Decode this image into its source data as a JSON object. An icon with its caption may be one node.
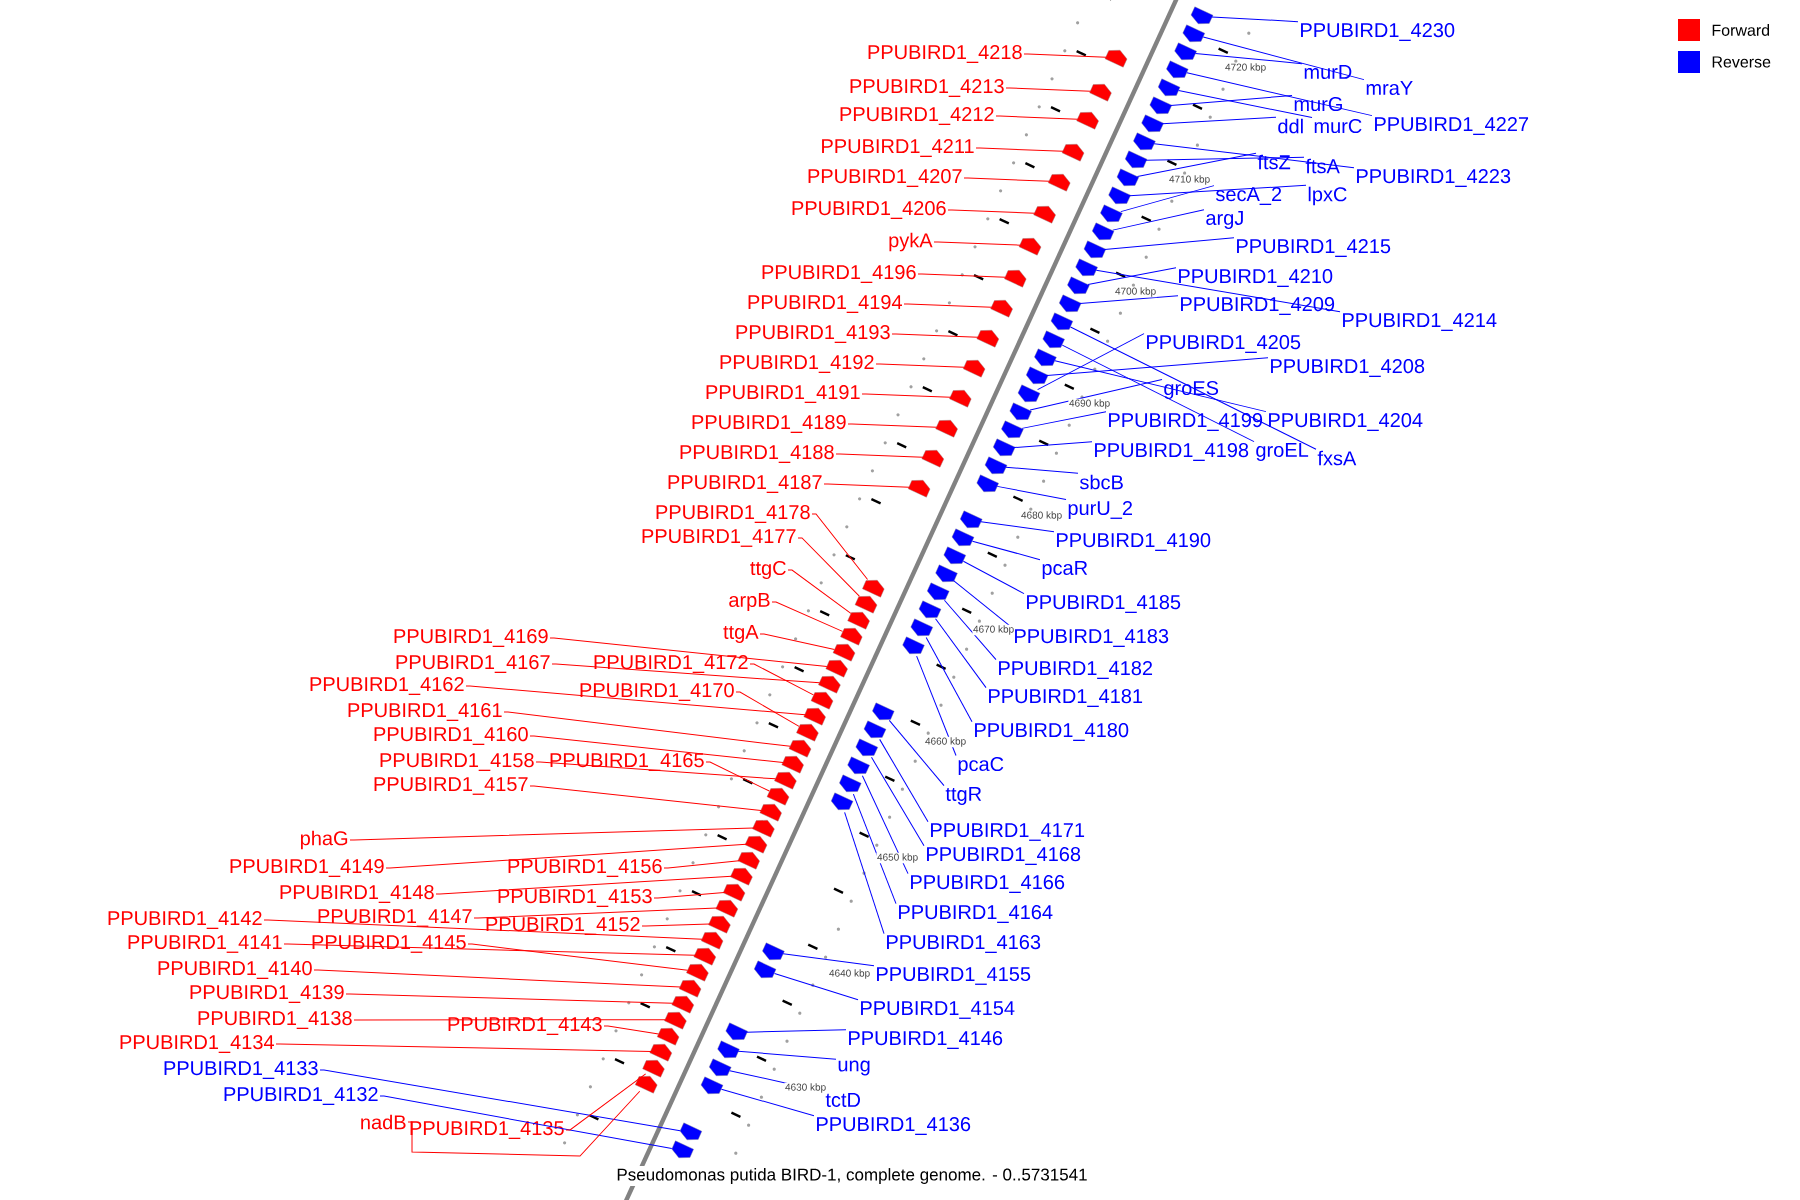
{
  "diagram": {
    "caption": "Pseudomonas putida BIRD-1, complete genome. - 0..5731541",
    "nodes": [
      {
        "text": [
          "PPUBIRD1_4218"
        ]
      },
      {
        "text": [
          "PPUBIRD1_4213"
        ]
      },
      {
        "text": [
          "PPUBIRD1_4212"
        ]
      },
      {
        "text": [
          "PPUBIRD1_4211"
        ]
      },
      {
        "text": [
          "PPUBIRD1_4207"
        ]
      },
      {
        "text": [
          "PPUBIRD1_4206"
        ]
      },
      {
        "text": [
          "pykA"
        ]
      },
      {
        "text": [
          "PPUBIRD1_4196"
        ]
      },
      {
        "text": [
          "PPUBIRD1_4194"
        ]
      },
      {
        "text": [
          "PPUBIRD1_4193"
        ]
      },
      {
        "text": [
          "PPUBIRD1_4192"
        ]
      },
      {
        "text": [
          "PPUBIRD1_4191"
        ]
      },
      {
        "text": [
          "PPUBIRD1_4189"
        ]
      },
      {
        "text": [
          "PPUBIRD1_4188"
        ]
      },
      {
        "text": [
          "PPUBIRD1_4187"
        ]
      },
      {
        "text": [
          "PPUBIRD1_4178"
        ]
      },
      {
        "text": [
          "PPUBIRD1_4177"
        ]
      },
      {
        "text": [
          "ttgC"
        ]
      },
      {
        "text": [
          "arpB"
        ]
      },
      {
        "text": [
          "ttgA"
        ]
      },
      {
        "text": [
          "PPUBIRD1_4169"
        ]
      },
      {
        "text": [
          "PPUBIRD1_4167"
        ]
      },
      {
        "text": [
          "PPUBIRD1_4172"
        ]
      },
      {
        "text": [
          "PPUBIRD1_4162"
        ]
      },
      {
        "text": [
          "PPUBIRD1_4170"
        ]
      },
      {
        "text": [
          "PPUBIRD1_4161"
        ]
      },
      {
        "text": [
          "PPUBIRD1_4160"
        ]
      },
      {
        "text": [
          "PPUBIRD1_4158"
        ]
      },
      {
        "text": [
          "PPUBIRD1_4165"
        ]
      },
      {
        "text": [
          "PPUBIRD1_4157"
        ]
      },
      {
        "text": [
          "phaG"
        ]
      },
      {
        "text": [
          "PPUBIRD1_4149"
        ]
      },
      {
        "text": [
          "PPUBIRD1_4156"
        ]
      },
      {
        "text": [
          "PPUBIRD1_4148"
        ]
      },
      {
        "text": [
          "PPUBIRD1_4153"
        ]
      },
      {
        "text": [
          "PPUBIRD1_4147"
        ]
      },
      {
        "text": [
          "PPUBIRD1_4152"
        ]
      },
      {
        "text": [
          "PPUBIRD1_4142"
        ]
      },
      {
        "text": [
          "PPUBIRD1_4141"
        ]
      },
      {
        "text": [
          "PPUBIRD1_4145"
        ]
      },
      {
        "text": [
          "PPUBIRD1_4140"
        ]
      },
      {
        "text": [
          "PPUBIRD1_4139"
        ]
      },
      {
        "text": [
          "PPUBIRD1_4138"
        ]
      },
      {
        "text": [
          "PPUBIRD1_4143"
        ]
      },
      {
        "text": [
          "PPUBIRD1_4134"
        ]
      },
      {
        "text": [
          "PPUBIRD1_4133"
        ]
      },
      {
        "text": [
          "PPUBIRD1_4132"
        ]
      },
      {
        "text": [
          "nadB"
        ]
      },
      {
        "text": [
          "PPUBIRD1_4135"
        ]
      },
      {
        "text": [
          "PPUBIRD1_4230"
        ]
      },
      {
        "text": [
          "murD"
        ]
      },
      {
        "text": [
          "mraY"
        ]
      },
      {
        "text": [
          "murG"
        ]
      },
      {
        "text": [
          "ddl"
        ]
      },
      {
        "text": [
          "murC"
        ]
      },
      {
        "text": [
          "PPUBIRD1_4227"
        ]
      },
      {
        "text": [
          "ftsZ"
        ]
      },
      {
        "text": [
          "ftsA"
        ]
      },
      {
        "text": [
          "PPUBIRD1_4223"
        ]
      },
      {
        "text": [
          "secA_2"
        ]
      },
      {
        "text": [
          "lpxC"
        ]
      },
      {
        "text": [
          "argJ"
        ]
      },
      {
        "text": [
          "PPUBIRD1_4215"
        ]
      },
      {
        "text": [
          "PPUBIRD1_4210"
        ]
      },
      {
        "text": [
          "PPUBIRD1_4209"
        ]
      },
      {
        "text": [
          "PPUBIRD1_4214"
        ]
      },
      {
        "text": [
          "PPUBIRD1_4205"
        ]
      },
      {
        "text": [
          "PPUBIRD1_4208"
        ]
      },
      {
        "text": [
          "groES"
        ]
      },
      {
        "text": [
          "PPUBIRD1_4199"
        ]
      },
      {
        "text": [
          "PPUBIRD1_4204"
        ]
      },
      {
        "text": [
          "PPUBIRD1_4198"
        ]
      },
      {
        "text": [
          "groEL"
        ]
      },
      {
        "text": [
          "fxsA"
        ]
      },
      {
        "text": [
          "sbcB"
        ]
      },
      {
        "text": [
          "purU_2"
        ]
      },
      {
        "text": [
          "PPUBIRD1_4190"
        ]
      },
      {
        "text": [
          "pcaR"
        ]
      },
      {
        "text": [
          "PPUBIRD1_4185"
        ]
      },
      {
        "text": [
          "PPUBIRD1_4183"
        ]
      },
      {
        "text": [
          "PPUBIRD1_4182"
        ]
      },
      {
        "text": [
          "PPUBIRD1_4181"
        ]
      },
      {
        "text": [
          "PPUBIRD1_4180"
        ]
      },
      {
        "text": [
          "pcaC"
        ]
      },
      {
        "text": [
          "ttgR"
        ]
      },
      {
        "text": [
          "PPUBIRD1_4171"
        ]
      },
      {
        "text": [
          "PPUBIRD1_4168"
        ]
      },
      {
        "text": [
          "PPUBIRD1_4166"
        ]
      },
      {
        "text": [
          "PPUBIRD1_4164"
        ]
      },
      {
        "text": [
          "PPUBIRD1_4163"
        ]
      },
      {
        "text": [
          "PPUBIRD1_4155"
        ]
      },
      {
        "text": [
          "PPUBIRD1_4154"
        ]
      },
      {
        "text": [
          "PPUBIRD1_4146"
        ]
      },
      {
        "text": [
          "ung"
        ]
      },
      {
        "text": [
          "tctD"
        ]
      },
      {
        "text": [
          "PPUBIRD1_4136"
        ]
      },
      {
        "text": [],
        "shape": "pentagon"
      },
      {
        "text": [],
        "shape": "pentagon"
      },
      {
        "text": [],
        "shape": "pentagon"
      },
      {
        "text": [],
        "shape": "pentagon"
      },
      {
        "text": [],
        "shape": "pentagon"
      },
      {
        "text": [],
        "shape": "pentagon"
      },
      {
        "text": [],
        "shape": "pentagon"
      },
      {
        "text": [],
        "shape": "pentagon"
      },
      {
        "text": [],
        "shape": "pentagon"
      },
      {
        "text": [],
        "shape": "pentagon"
      },
      {
        "text": [],
        "shape": "pentagon"
      },
      {
        "text": [],
        "shape": "pentagon"
      },
      {
        "text": [],
        "shape": "pentagon"
      },
      {
        "text": [],
        "shape": "pentagon"
      },
      {
        "text": [],
        "shape": "pentagon"
      },
      {
        "text": [],
        "shape": "pentagon"
      },
      {
        "text": [],
        "shape": "pentagon"
      },
      {
        "text": [],
        "shape": "pentagon"
      },
      {
        "text": [],
        "shape": "pentagon"
      },
      {
        "text": [],
        "shape": "pentagon"
      },
      {
        "text": [],
        "shape": "pentagon"
      },
      {
        "text": [],
        "shape": "pentagon"
      },
      {
        "text": [],
        "shape": "pentagon"
      },
      {
        "text": [],
        "shape": "pentagon"
      },
      {
        "text": [],
        "shape": "pentagon"
      },
      {
        "text": [],
        "shape": "pentagon"
      },
      {
        "text": [],
        "shape": "pentagon"
      },
      {
        "text": [],
        "shape": "pentagon"
      },
      {
        "text": [],
        "shape": "pentagon"
      },
      {
        "text": [],
        "shape": "pentagon"
      },
      {
        "text": [],
        "shape": "pentagon"
      },
      {
        "text": [],
        "shape": "pentagon"
      },
      {
        "text": [],
        "shape": "pentagon"
      },
      {
        "text": [],
        "shape": "pentagon"
      },
      {
        "text": [],
        "shape": "pentagon"
      },
      {
        "text": [],
        "shape": "pentagon"
      },
      {
        "text": [],
        "shape": "pentagon"
      },
      {
        "text": [],
        "shape": "pentagon"
      },
      {
        "text": [],
        "shape": "pentagon"
      },
      {
        "text": [],
        "shape": "pentagon"
      },
      {
        "text": [],
        "shape": "pentagon"
      },
      {
        "text": [],
        "shape": "pentagon"
      },
      {
        "text": [],
        "shape": "pentagon"
      },
      {
        "text": [],
        "shape": "pentagon"
      },
      {
        "text": [],
        "shape": "pentagon"
      },
      {
        "text": [],
        "shape": "pentagon"
      },
      {
        "text": [],
        "shape": "pentagon"
      },
      {
        "text": [],
        "shape": "pentagon"
      },
      {
        "text": [],
        "shape": "pentagon"
      },
      {
        "text": [],
        "shape": "pentagon"
      },
      {
        "text": [],
        "shape": "pentagon"
      },
      {
        "text": [],
        "shape": "pentagon"
      },
      {
        "text": [],
        "shape": "pentagon"
      },
      {
        "text": [],
        "shape": "pentagon"
      },
      {
        "text": [],
        "shape": "pentagon"
      },
      {
        "text": [],
        "shape": "pentagon"
      },
      {
        "text": [],
        "shape": "pentagon"
      },
      {
        "text": [],
        "shape": "pentagon"
      },
      {
        "text": [],
        "shape": "pentagon"
      },
      {
        "text": [],
        "shape": "pentagon"
      },
      {
        "text": [],
        "shape": "pentagon"
      },
      {
        "text": [],
        "shape": "pentagon"
      },
      {
        "text": [],
        "shape": "pentagon"
      },
      {
        "text": [],
        "shape": "pentagon"
      },
      {
        "text": [],
        "shape": "pentagon"
      },
      {
        "text": [],
        "shape": "pentagon"
      },
      {
        "text": [],
        "shape": "pentagon"
      },
      {
        "text": [],
        "shape": "pentagon"
      },
      {
        "text": [],
        "shape": "pentagon"
      },
      {
        "text": [],
        "shape": "pentagon"
      },
      {
        "text": [],
        "shape": "pentagon"
      },
      {
        "text": [],
        "shape": "pentagon"
      },
      {
        "text": [],
        "shape": "pentagon"
      },
      {
        "text": [],
        "shape": "pentagon"
      },
      {
        "text": [],
        "shape": "pentagon"
      },
      {
        "text": [],
        "shape": "pentagon"
      },
      {
        "text": [],
        "shape": "pentagon"
      },
      {
        "text": [],
        "shape": "pentagon"
      },
      {
        "text": [],
        "shape": "pentagon"
      },
      {
        "text": [],
        "shape": "pentagon"
      },
      {
        "text": [],
        "shape": "pentagon"
      },
      {
        "text": [],
        "shape": "pentagon"
      },
      {
        "text": [],
        "shape": "pentagon"
      },
      {
        "text": [],
        "shape": "pentagon"
      },
      {
        "text": [],
        "shape": "pentagon"
      },
      {
        "text": [],
        "shape": "pentagon"
      },
      {
        "text": [],
        "shape": "pentagon"
      },
      {
        "text": [],
        "shape": "pentagon"
      },
      {
        "text": [],
        "shape": "pentagon"
      },
      {
        "text": [],
        "shape": "pentagon"
      },
      {
        "text": [],
        "shape": "pentagon"
      },
      {
        "text": [],
        "shape": "pentagon"
      },
      {
        "text": [],
        "shape": "pentagon"
      },
      {
        "text": [],
        "shape": "pentagon"
      },
      {
        "text": [],
        "shape": "pentagon"
      },
      {
        "text": [],
        "shape": "pentagon"
      }
    ],
    "edges": [
      {
        "from": 0,
        "to": 96,
        "arrow": "none",
        "color": "#ff0000"
      },
      {
        "from": 1,
        "to": 97,
        "arrow": "none",
        "color": "#ff0000"
      },
      {
        "from": 2,
        "to": 98,
        "arrow": "none",
        "color": "#ff0000"
      },
      {
        "from": 3,
        "to": 99,
        "arrow": "none",
        "color": "#ff0000"
      },
      {
        "from": 4,
        "to": 100,
        "arrow": "none",
        "color": "#ff0000"
      },
      {
        "from": 5,
        "to": 101,
        "arrow": "none",
        "color": "#ff0000"
      },
      {
        "from": 6,
        "to": 102,
        "arrow": "none",
        "color": "#ff0000"
      },
      {
        "from": 7,
        "to": 103,
        "arrow": "none",
        "color": "#ff0000"
      },
      {
        "from": 8,
        "to": 104,
        "arrow": "none",
        "color": "#ff0000"
      },
      {
        "from": 9,
        "to": 105,
        "arrow": "none",
        "color": "#ff0000"
      },
      {
        "from": 10,
        "to": 106,
        "arrow": "none",
        "color": "#ff0000"
      },
      {
        "from": 11,
        "to": 107,
        "arrow": "none",
        "color": "#ff0000"
      },
      {
        "from": 12,
        "to": 108,
        "arrow": "none",
        "color": "#ff0000"
      },
      {
        "from": 13,
        "to": 109,
        "arrow": "none",
        "color": "#ff0000"
      },
      {
        "from": 14,
        "to": 110,
        "arrow": "none",
        "color": "#ff0000"
      },
      {
        "from": 15,
        "to": 111,
        "arrow": "none",
        "color": "#ff0000"
      },
      {
        "from": 16,
        "to": 112,
        "arrow": "none",
        "color": "#ff0000"
      },
      {
        "from": 17,
        "to": 113,
        "arrow": "none",
        "color": "#ff0000"
      },
      {
        "from": 18,
        "to": 114,
        "arrow": "none",
        "color": "#ff0000"
      },
      {
        "from": 19,
        "to": 115,
        "arrow": "none",
        "color": "#ff0000"
      },
      {
        "from": 20,
        "to": 116,
        "arrow": "none",
        "color": "#ff0000"
      },
      {
        "from": 21,
        "to": 117,
        "arrow": "none",
        "color": "#ff0000"
      },
      {
        "from": 22,
        "to": 118,
        "arrow": "none",
        "color": "#ff0000"
      },
      {
        "from": 23,
        "to": 119,
        "arrow": "none",
        "color": "#ff0000"
      },
      {
        "from": 24,
        "to": 120,
        "arrow": "none",
        "color": "#ff0000"
      },
      {
        "from": 25,
        "to": 121,
        "arrow": "none",
        "color": "#ff0000"
      },
      {
        "from": 26,
        "to": 122,
        "arrow": "none",
        "color": "#ff0000"
      },
      {
        "from": 27,
        "to": 123,
        "arrow": "none",
        "color": "#ff0000"
      },
      {
        "from": 28,
        "to": 124,
        "arrow": "none",
        "color": "#ff0000"
      },
      {
        "from": 29,
        "to": 125,
        "arrow": "none",
        "color": "#ff0000"
      },
      {
        "from": 30,
        "to": 126,
        "arrow": "none",
        "color": "#ff0000"
      },
      {
        "from": 31,
        "to": 127,
        "arrow": "none",
        "color": "#ff0000"
      },
      {
        "from": 32,
        "to": 128,
        "arrow": "none",
        "color": "#ff0000"
      },
      {
        "from": 33,
        "to": 129,
        "arrow": "none",
        "color": "#ff0000"
      },
      {
        "from": 34,
        "to": 130,
        "arrow": "none",
        "color": "#ff0000"
      },
      {
        "from": 35,
        "to": 131,
        "arrow": "none",
        "color": "#ff0000"
      },
      {
        "from": 36,
        "to": 132,
        "arrow": "none",
        "color": "#ff0000"
      },
      {
        "from": 37,
        "to": 133,
        "arrow": "none",
        "color": "#ff0000"
      },
      {
        "from": 38,
        "to": 134,
        "arrow": "none",
        "color": "#ff0000"
      },
      {
        "from": 39,
        "to": 135,
        "arrow": "none",
        "color": "#ff0000"
      },
      {
        "from": 40,
        "to": 136,
        "arrow": "none",
        "color": "#ff0000"
      },
      {
        "from": 41,
        "to": 137,
        "arrow": "none",
        "color": "#ff0000"
      },
      {
        "from": 42,
        "to": 138,
        "arrow": "none",
        "color": "#ff0000"
      },
      {
        "from": 43,
        "to": 139,
        "arrow": "none",
        "color": "#ff0000"
      },
      {
        "from": 44,
        "to": 140,
        "arrow": "none",
        "color": "#ff0000"
      },
      {
        "from": 45,
        "to": 141,
        "arrow": "none"
      },
      {
        "from": 46,
        "to": 142,
        "arrow": "none"
      },
      {
        "from": 47,
        "to": 143,
        "arrow": "none",
        "color": "#ff0000"
      },
      {
        "from": 48,
        "to": 144,
        "arrow": "none",
        "color": "#ff0000"
      },
      {
        "from": 49,
        "to": 145,
        "arrow": "none"
      },
      {
        "from": 50,
        "to": 146,
        "arrow": "none"
      },
      {
        "from": 51,
        "to": 147,
        "arrow": "none"
      },
      {
        "from": 52,
        "to": 148,
        "arrow": "none"
      },
      {
        "from": 53,
        "to": 149,
        "arrow": "none"
      },
      {
        "from": 54,
        "to": 150,
        "arrow": "none"
      },
      {
        "from": 55,
        "to": 151,
        "arrow": "none"
      },
      {
        "from": 56,
        "to": 152,
        "arrow": "none"
      },
      {
        "from": 57,
        "to": 153,
        "arrow": "none"
      },
      {
        "from": 58,
        "to": 154,
        "arrow": "none"
      },
      {
        "from": 59,
        "to": 155,
        "arrow": "none"
      },
      {
        "from": 60,
        "to": 156,
        "arrow": "none"
      },
      {
        "from": 61,
        "to": 157,
        "arrow": "none"
      },
      {
        "from": 62,
        "to": 158,
        "arrow": "none"
      },
      {
        "from": 63,
        "to": 159,
        "arrow": "none"
      },
      {
        "from": 64,
        "to": 160,
        "arrow": "none"
      },
      {
        "from": 65,
        "to": 161,
        "arrow": "none"
      },
      {
        "from": 66,
        "to": 162,
        "arrow": "none"
      },
      {
        "from": 67,
        "to": 163,
        "arrow": "none"
      },
      {
        "from": 68,
        "to": 164,
        "arrow": "none"
      },
      {
        "from": 69,
        "to": 165,
        "arrow": "none"
      },
      {
        "from": 70,
        "to": 166,
        "arrow": "none"
      },
      {
        "from": 71,
        "to": 167,
        "arrow": "none"
      },
      {
        "from": 72,
        "to": 168,
        "arrow": "none"
      },
      {
        "from": 73,
        "to": 169,
        "arrow": "none"
      },
      {
        "from": 74,
        "to": 170,
        "arrow": "none"
      },
      {
        "from": 75,
        "to": 171,
        "arrow": "none"
      },
      {
        "from": 76,
        "to": 172,
        "arrow": "none"
      },
      {
        "from": 77,
        "to": 173,
        "arrow": "none"
      },
      {
        "from": 78,
        "to": 174,
        "arrow": "none"
      },
      {
        "from": 79,
        "to": 175,
        "arrow": "none"
      },
      {
        "from": 80,
        "to": 176,
        "arrow": "none"
      },
      {
        "from": 81,
        "to": 177,
        "arrow": "none"
      },
      {
        "from": 82,
        "to": 178,
        "arrow": "none"
      },
      {
        "from": 83,
        "to": 179,
        "arrow": "none"
      },
      {
        "from": 84,
        "to": 180,
        "arrow": "none"
      },
      {
        "from": 85,
        "to": 181,
        "arrow": "none"
      },
      {
        "from": 86,
        "to": 182,
        "arrow": "none"
      },
      {
        "from": 87,
        "to": 183,
        "arrow": "none"
      },
      {
        "from": 88,
        "to": 184,
        "arrow": "none"
      },
      {
        "from": 89,
        "to": 185,
        "arrow": "none"
      },
      {
        "from": 90,
        "to": 186,
        "arrow": "none"
      },
      {
        "from": 91,
        "to": 187,
        "arrow": "none"
      },
      {
        "from": 92,
        "to": 188,
        "arrow": "none"
      },
      {
        "from": 93,
        "to": 189,
        "arrow": "none"
      },
      {
        "from": 94,
        "to": 190,
        "arrow": "none"
      },
      {
        "from": 95,
        "to": 191,
        "arrow": "none"
      }
    ],
    "labels": [
      "4720 kbp",
      "4710 kbp",
      "4700 kbp",
      "4690 kbp",
      "4680 kbp",
      "4670 kbp",
      "4660 kbp",
      "4650 kbp",
      "4640 kbp",
      "4630 kbp"
    ],
    "legend": [
      {
        "text": "Forward",
        "color": "#ff0000"
      },
      {
        "text": "Reverse",
        "color": "#0000ff"
      }
    ]
  }
}
